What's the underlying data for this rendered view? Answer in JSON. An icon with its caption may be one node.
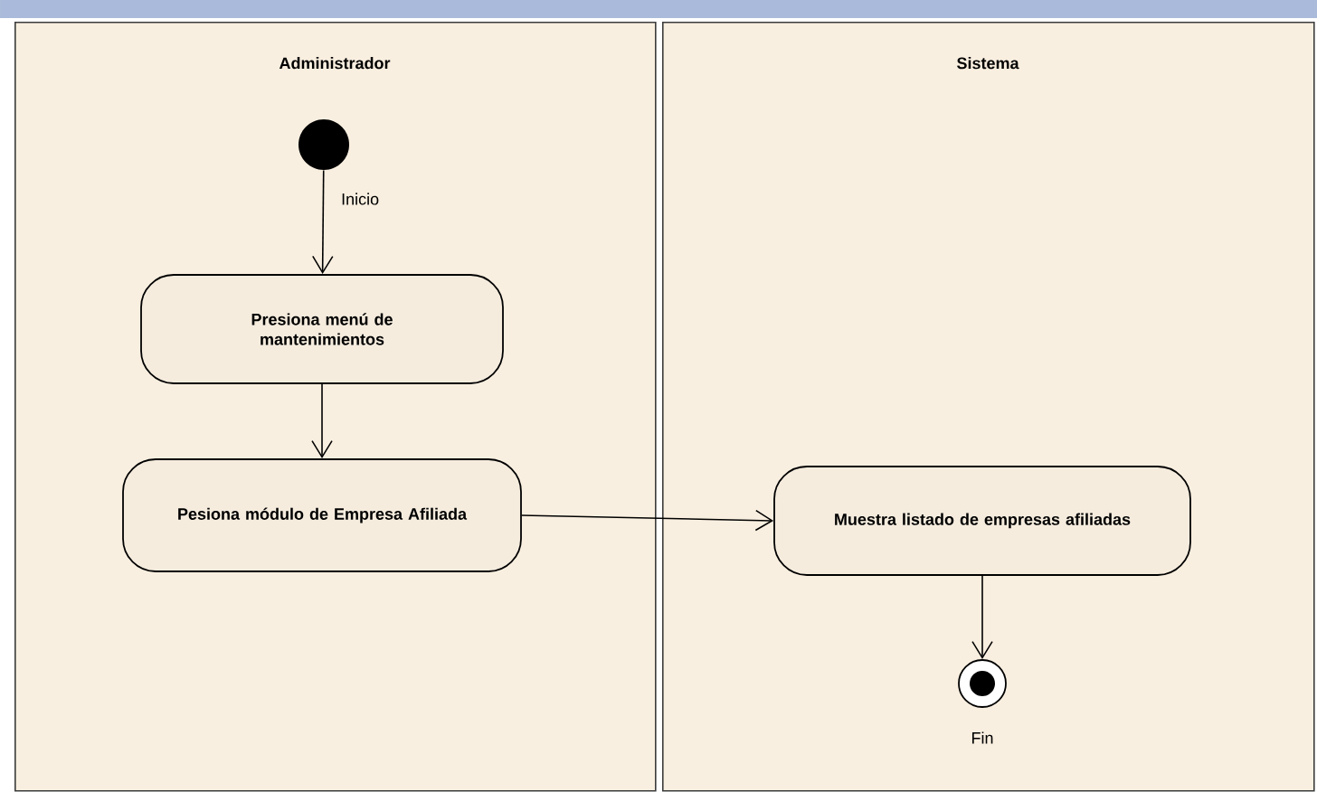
{
  "diagram": {
    "nodes": [
      {
        "text": [
          "Administrador"
        ]
      },
      {
        "text": [
          "Sistema"
        ]
      },
      {
        "text": [],
        "shape": "circle",
        "beside": [
          "Inicio"
        ],
        "in": 0
      },
      {
        "text": [
          "Presiona menú de mantenimientos"
        ],
        "in": 0
      },
      {
        "text": [
          "Pesiona módulo de Empresa Afiliada"
        ],
        "in": 0
      },
      {
        "text": [
          "Muestra listado de empresas afiliadas"
        ],
        "in": 1
      },
      {
        "text": [],
        "shape": "circle",
        "beside": [
          "Fin"
        ],
        "in": 1
      }
    ],
    "edges": [
      {
        "from": 2,
        "to": 3,
        "arrow": "to"
      },
      {
        "from": 3,
        "to": 4,
        "arrow": "to"
      },
      {
        "from": 4,
        "to": 5,
        "arrow": "to"
      },
      {
        "from": 5,
        "to": 6,
        "arrow": "to"
      }
    ]
  }
}
